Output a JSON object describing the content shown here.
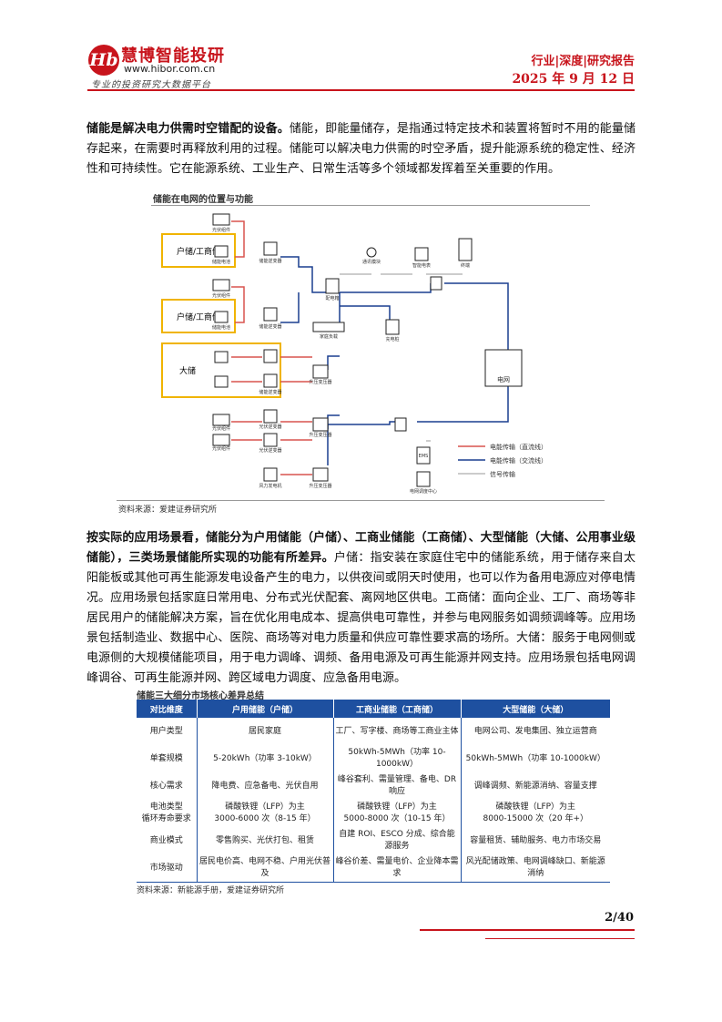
{
  "header": {
    "logo_glyph": "Hb",
    "brand": "慧博智能投研",
    "site": "www.hibor.com.cn",
    "slogan": "专业的投资研究大数据平台",
    "report_type": "行业|深度|研究报告",
    "date": "2025 年 9 月 12 日"
  },
  "para1": {
    "bold": "储能是解决电力供需时空错配的设备。",
    "text": "储能，即能量储存，是指通过特定技术和装置将暂时不用的能量储存起来，在需要时再释放利用的过程。储能可以解决电力供需的时空矛盾，提升能源系统的稳定性、经济性和可持续性。它在能源系统、工业生产、日常生活等多个领域都发挥着至关重要的作用。"
  },
  "figure": {
    "title": "储能在电网的位置与功能",
    "source": "资料来源：爱建证券研究所",
    "groups": [
      "户储/工商储",
      "户储/工商储",
      "大储"
    ],
    "labels": {
      "pv": "光伏组件",
      "battery": "储能电池",
      "inverter": "储能逆变器",
      "pv_inverter": "光伏逆变器",
      "distribution_box": "配电箱",
      "comm_module": "通讯模块",
      "smart_meter": "智能电表",
      "terminal": "终端",
      "home_load": "家庭负载",
      "charging_pile": "充电桩",
      "grid": "电网",
      "transformer": "升压变压器",
      "wind": "风力发电机",
      "ems": "EMS",
      "dispatch_center": "电网调度中心"
    },
    "legend": {
      "dc": "电能传输（直流线）",
      "ac": "电能传输（交流线）",
      "signal": "信号传输"
    },
    "colors": {
      "dc": "#d9534f",
      "ac": "#1a3f8f",
      "signal": "#888888",
      "group_border": "#f0b400"
    }
  },
  "para2": {
    "bold": "按实际的应用场景看，储能分为户用储能（户储）、工商业储能（工商储）、大型储能（大储、公用事业级储能），三类场景储能所实现的功能有所差异。",
    "text": "户储：指安装在家庭住宅中的储能系统，用于储存来自太阳能板或其他可再生能源发电设备产生的电力，以供夜间或阴天时使用，也可以作为备用电源应对停电情况。应用场景包括家庭日常用电、分布式光伏配套、离网地区供电。工商储：面向企业、工厂、商场等非居民用户的储能解决方案，旨在优化用电成本、提高供电可靠性，并参与电网服务如调频调峰等。应用场景包括制造业、数据中心、医院、商场等对电力质量和供应可靠性要求高的场所。大储：服务于电网侧或电源侧的大规模储能项目，用于电力调峰、调频、备用电源及可再生能源并网支持。应用场景包括电网调峰调谷、可再生能源并网、跨区域电力调度、应急备用电源。"
  },
  "table": {
    "title": "储能三大细分市场核心差异总结",
    "headers": [
      "对比维度",
      "户用储能（户储）",
      "工商业储能（工商储）",
      "大型储能（大储）"
    ],
    "rows": [
      [
        "用户类型",
        "居民家庭",
        "工厂、写字楼、商场等工商业主体",
        "电网公司、发电集团、独立运营商"
      ],
      [
        "单套规模",
        "5-20kWh（功率 3-10kW）",
        "50kWh-5MWh（功率 10-1000kW）",
        "50kWh-5MWh（功率 10-1000kW）"
      ],
      [
        "核心需求",
        "降电费、应急备电、光伏自用",
        "峰谷套利、需量管理、备电、DR 响应",
        "调峰调频、新能源消纳、容量支撑"
      ],
      [
        "电池类型\n循环寿命要求",
        "磷酸铁锂（LFP）为主\n3000-6000 次（8-15 年）",
        "磷酸铁锂（LFP）为主\n5000-8000 次（10-15 年）",
        "磷酸铁锂（LFP）为主\n8000-15000 次（20 年+）"
      ],
      [
        "商业模式",
        "零售购买、光伏打包、租赁",
        "自建 ROI、ESCO 分成、综合能源服务",
        "容量租赁、辅助服务、电力市场交易"
      ],
      [
        "市场驱动",
        "居民电价高、电网不稳、户用光伏普及",
        "峰谷价差、需量电价、企业降本需求",
        "风光配储政策、电网调峰缺口、新能源消纳"
      ]
    ],
    "source": "资料来源：新能源手册，爱建证券研究所"
  },
  "footer": {
    "page": "2/40"
  }
}
